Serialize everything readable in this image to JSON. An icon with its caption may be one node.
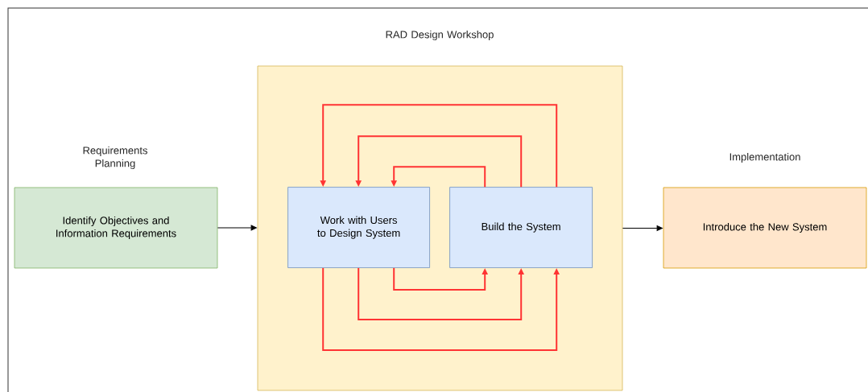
{
  "diagram": {
    "nodes": [
      {
        "text": [
          "RAD Design Workshop"
        ]
      },
      {
        "text": [
          "Work with Users to Design System"
        ],
        "in": 0
      },
      {
        "text": [
          "Build the System"
        ],
        "in": 0
      },
      {
        "text": [
          "Requirements Planning",
          "Identify Objectives and Information Requirements"
        ]
      },
      {
        "text": [
          "Implementation",
          "Introduce the New System"
        ]
      }
    ],
    "edges": [
      {
        "from": 3,
        "to": 0,
        "arrow": "to",
        "color": "#000000"
      },
      {
        "from": 0,
        "to": 4,
        "arrow": "to",
        "color": "#000000"
      },
      {
        "from": 2,
        "to": 1,
        "arrow": "to"
      },
      {
        "from": 2,
        "to": 1,
        "arrow": "to"
      },
      {
        "from": 2,
        "to": 1,
        "arrow": "to"
      },
      {
        "from": 1,
        "to": 2,
        "arrow": "to"
      },
      {
        "from": 1,
        "to": 2,
        "arrow": "to"
      },
      {
        "from": 1,
        "to": 2,
        "arrow": "to"
      }
    ]
  }
}
